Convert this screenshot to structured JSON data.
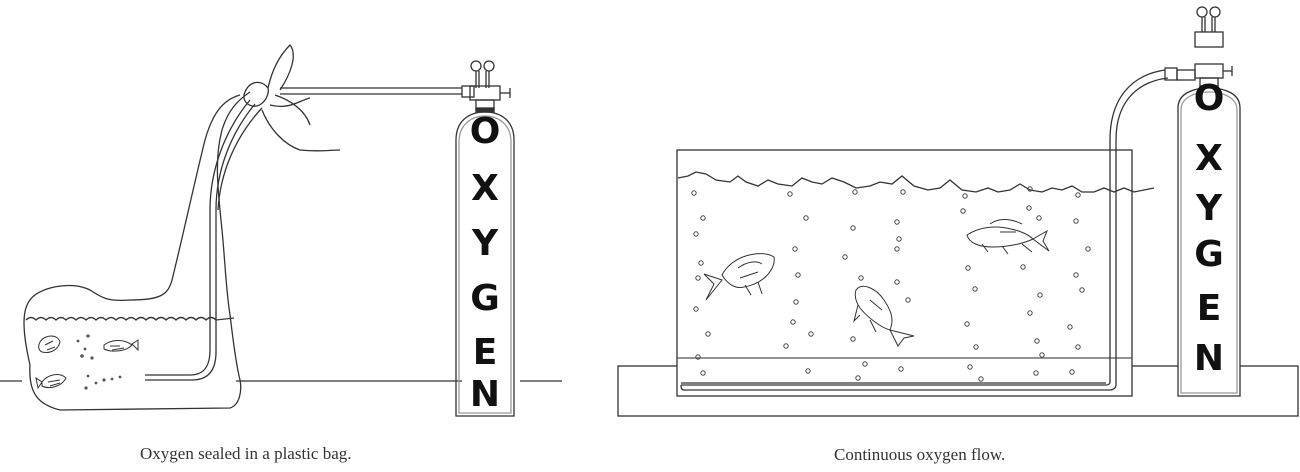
{
  "panels": [
    {
      "id": "bag",
      "caption": "Oxygen sealed in a plastic bag.",
      "cylinder_label": [
        "O",
        "X",
        "Y",
        "G",
        "E",
        "N"
      ]
    },
    {
      "id": "tank",
      "caption": "Continuous oxygen flow.",
      "cylinder_label": [
        "O",
        "X",
        "Y",
        "G",
        "E",
        "N"
      ]
    }
  ],
  "colors": {
    "line": "#333333",
    "background": "#ffffff",
    "label": "#111111"
  }
}
